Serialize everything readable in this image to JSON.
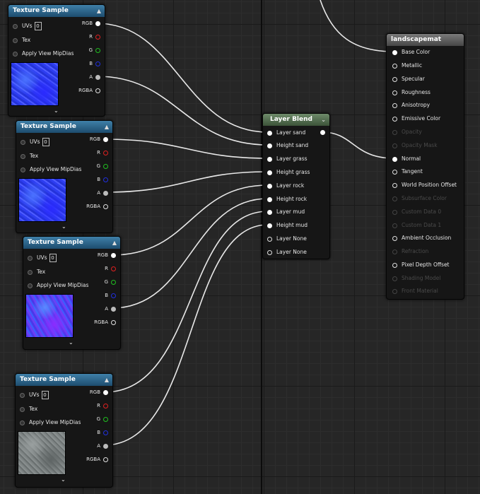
{
  "texture_nodes": [
    {
      "title": "Texture Sample",
      "uvs_label": "UVs",
      "uvs_value": "0",
      "tex_label": "Tex",
      "mip_label": "Apply View MipDias",
      "outputs": [
        "RGB",
        "R",
        "G",
        "B",
        "A",
        "RGBA"
      ],
      "preview": "blue-normal-map"
    },
    {
      "title": "Texture Sample",
      "uvs_label": "UVs",
      "uvs_value": "0",
      "tex_label": "Tex",
      "mip_label": "Apply View MipDias",
      "outputs": [
        "RGB",
        "R",
        "G",
        "B",
        "A",
        "RGBA"
      ],
      "preview": "blue-normal-map"
    },
    {
      "title": "Texture Sample",
      "uvs_label": "UVs",
      "uvs_value": "0",
      "tex_label": "Tex",
      "mip_label": "Apply View MipDias",
      "outputs": [
        "RGB",
        "R",
        "G",
        "B",
        "A",
        "RGBA"
      ],
      "preview": "purple-normal-map"
    },
    {
      "title": "Texture Sample",
      "uvs_label": "UVs",
      "uvs_value": "0",
      "tex_label": "Tex",
      "mip_label": "Apply View MipDias",
      "outputs": [
        "RGB",
        "R",
        "G",
        "B",
        "A",
        "RGBA"
      ],
      "preview": "grey-rock-texture"
    }
  ],
  "layer_blend": {
    "title": "Layer Blend",
    "inputs": [
      "Layer sand",
      "Height sand",
      "Layer grass",
      "Height grass",
      "Layer rock",
      "Height rock",
      "Layer mud",
      "Height mud",
      "Layer None",
      "Layer None"
    ]
  },
  "material": {
    "title": "landscapemat",
    "inputs": [
      {
        "label": "Base Color",
        "enabled": true,
        "connected": true
      },
      {
        "label": "Metallic",
        "enabled": true,
        "connected": false
      },
      {
        "label": "Specular",
        "enabled": true,
        "connected": false
      },
      {
        "label": "Roughness",
        "enabled": true,
        "connected": false
      },
      {
        "label": "Anisotropy",
        "enabled": true,
        "connected": false
      },
      {
        "label": "Emissive Color",
        "enabled": true,
        "connected": false
      },
      {
        "label": "Opacity",
        "enabled": false,
        "connected": false
      },
      {
        "label": "Opacity Mask",
        "enabled": false,
        "connected": false
      },
      {
        "label": "Normal",
        "enabled": true,
        "connected": true
      },
      {
        "label": "Tangent",
        "enabled": true,
        "connected": false
      },
      {
        "label": "World Position Offset",
        "enabled": true,
        "connected": false
      },
      {
        "label": "Subsurface Color",
        "enabled": false,
        "connected": false
      },
      {
        "label": "Custom Data 0",
        "enabled": false,
        "connected": false
      },
      {
        "label": "Custom Data 1",
        "enabled": false,
        "connected": false
      },
      {
        "label": "Ambient Occlusion",
        "enabled": true,
        "connected": false
      },
      {
        "label": "Refraction",
        "enabled": false,
        "connected": false
      },
      {
        "label": "Pixel Depth Offset",
        "enabled": true,
        "connected": false
      },
      {
        "label": "Shading Model",
        "enabled": false,
        "connected": false
      },
      {
        "label": "Front Material",
        "enabled": false,
        "connected": false
      }
    ]
  },
  "colors": {
    "graph_bg": "#262626",
    "texture_header": "#2f6a93",
    "blend_header": "#5a7556",
    "material_header": "#5e5e5e",
    "wire": "#e8e8e8"
  }
}
